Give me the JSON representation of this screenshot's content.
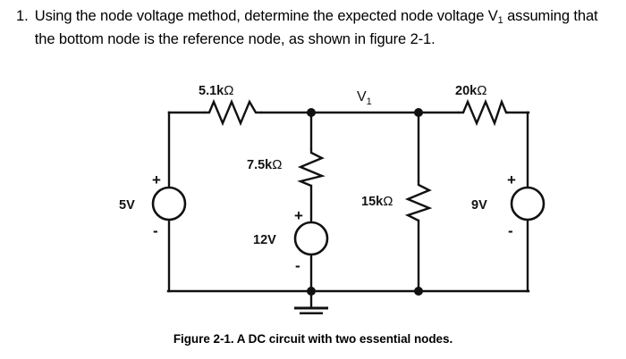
{
  "problem": {
    "number": "1.",
    "text_part1": "Using the node voltage method, determine the expected node voltage V",
    "text_sub": "1",
    "text_part2": " assuming that the bottom node is the reference node, as shown in figure 2-1."
  },
  "circuit": {
    "node_label": "V",
    "node_label_sub": "1",
    "resistors": [
      {
        "name": "r-5p1k",
        "label": "5.1k",
        "unit": "Ω",
        "value": 5.1,
        "unit_text": "kΩ",
        "orientation": "horizontal",
        "position": "top-left-branch"
      },
      {
        "name": "r-7p5k",
        "label": "7.5k",
        "unit": "Ω",
        "value": 7.5,
        "unit_text": "kΩ",
        "orientation": "vertical",
        "position": "middle-branch"
      },
      {
        "name": "r-15k",
        "label": "15k",
        "unit": "Ω",
        "value": 15,
        "unit_text": "kΩ",
        "orientation": "vertical",
        "position": "right-middle-branch"
      },
      {
        "name": "r-20k",
        "label": "20k",
        "unit": "Ω",
        "value": 20,
        "unit_text": "kΩ",
        "orientation": "horizontal",
        "position": "top-right-branch"
      }
    ],
    "sources": [
      {
        "name": "vs-5v",
        "label": "5V",
        "value": 5,
        "plus": "+",
        "minus": "-",
        "position": "left-branch",
        "polarity": "plus-top"
      },
      {
        "name": "vs-12v",
        "label": "12V",
        "value": 12,
        "plus": "+",
        "minus": "-",
        "position": "middle-branch",
        "polarity": "plus-top"
      },
      {
        "name": "vs-9v",
        "label": "9V",
        "value": 9,
        "plus": "+",
        "minus": "-",
        "position": "right-branch",
        "polarity": "plus-top"
      }
    ],
    "ground": {
      "name": "ground-symbol",
      "label": ""
    },
    "stroke_color": "#111111",
    "background_color": "#ffffff"
  },
  "caption": {
    "text": "Figure 2-1. A DC circuit with two essential nodes."
  }
}
